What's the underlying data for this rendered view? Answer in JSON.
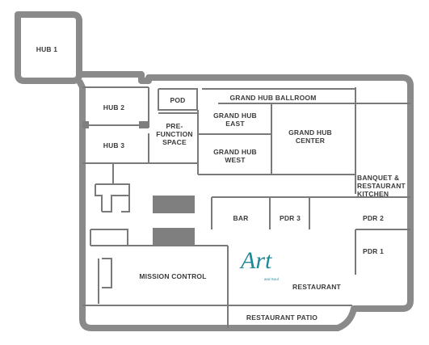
{
  "rooms": {
    "hub1": "HUB 1",
    "hub2": "HUB 2",
    "hub3": "HUB 3",
    "pod": "POD",
    "prefunction": "PRE-\nFUNCTION\nSPACE",
    "grand_hub_ballroom": "GRAND HUB BALLROOM",
    "grand_hub_east": "GRAND HUB\nEAST",
    "grand_hub_west": "GRAND HUB\nWEST",
    "grand_hub_center": "GRAND HUB\nCENTER",
    "banquet_kitchen": "BANQUET &\nRESTAURANT\nKITCHEN",
    "bar": "BAR",
    "pdr3": "PDR 3",
    "pdr2": "PDR 2",
    "pdr1": "PDR 1",
    "mission_control": "MISSION CONTROL",
    "restaurant": "RESTAURANT",
    "restaurant_patio": "RESTAURANT PATIO"
  },
  "logo": {
    "word": "Art",
    "sub": "and Soul"
  },
  "colors": {
    "outer_wall": "#8a8a8a",
    "inner_wall": "#7a7a7a",
    "label": "#3b3b3b",
    "logo": "#1f8a9a",
    "fill_blocks": "#7f7f7f"
  }
}
